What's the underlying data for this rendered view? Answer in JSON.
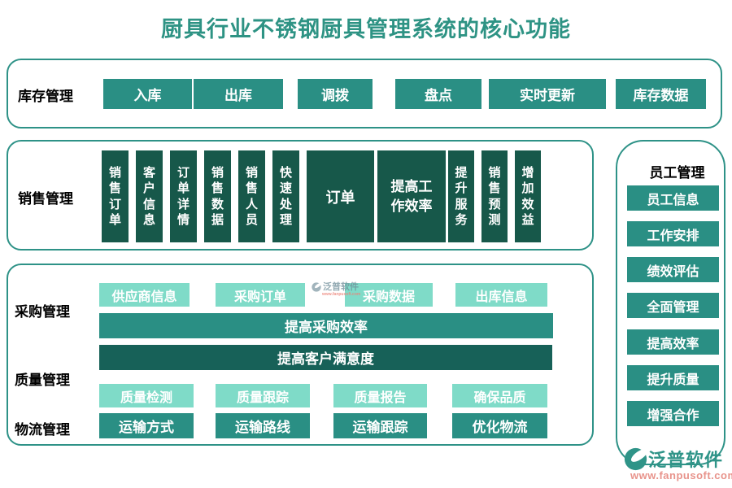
{
  "title": "厨具行业不锈钢厨具管理系统的核心功能",
  "colors": {
    "title": "#2E9384",
    "border": "#2E9287",
    "teal": "#2A8F84",
    "dark_green": "#17584A",
    "dark_bar": "#176158",
    "light_teal": "#7FDBC8",
    "label": "#000000",
    "logo_text": "#2F9488",
    "logo_url": "#E8938B"
  },
  "sections": {
    "inventory": {
      "label": "库存管理",
      "items": [
        "入库",
        "出库",
        "调拨",
        "盘点",
        "实时更新",
        "库存数据"
      ]
    },
    "sales": {
      "label": "销售管理",
      "narrow_items": [
        "销售订单",
        "客户信息",
        "订单详情",
        "销售数据",
        "销售人员",
        "快速处理"
      ],
      "order_item": "订单",
      "wide_item": "提高工作效率",
      "narrow_items_right": [
        "提升服务",
        "销售预测",
        "增加效益"
      ]
    },
    "procurement": {
      "label": "采购管理",
      "items": [
        "供应商信息",
        "采购订单",
        "采购数据",
        "出库信息"
      ],
      "bar_efficiency": "提高采购效率",
      "bar_satisfaction": "提高客户满意度"
    },
    "quality": {
      "label": "质量管理",
      "items": [
        "质量检测",
        "质量跟踪",
        "质量报告",
        "确保品质"
      ]
    },
    "logistics": {
      "label": "物流管理",
      "items": [
        "运输方式",
        "运输路线",
        "运输跟踪",
        "优化物流"
      ]
    },
    "employee": {
      "label": "员工管理",
      "items": [
        "员工信息",
        "工作安排",
        "绩效评估",
        "全面管理",
        "提高效率",
        "提升质量",
        "增强合作"
      ]
    }
  },
  "watermark": {
    "name": "泛普软件",
    "url": "www.fanpusoft.com"
  },
  "logo": {
    "name": "泛普软件",
    "url": "www.fanpusoft.com"
  }
}
